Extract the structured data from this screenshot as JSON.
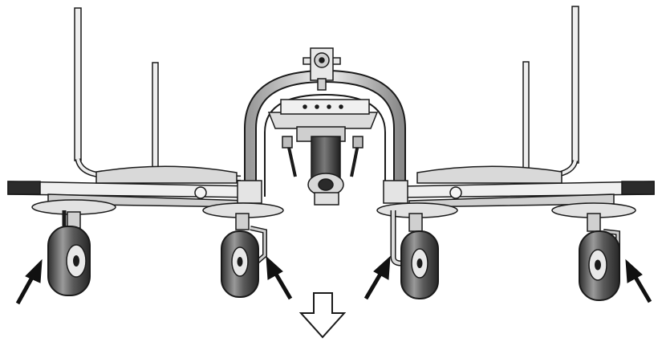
{
  "figure": {
    "subject": "machine-front-view",
    "colors": {
      "line": "#1a1a1a",
      "metal_light": "#e6e6e6",
      "metal_mid": "#bdbdbd",
      "tire_dark": "#3a3a3a",
      "tire_mid": "#8a8a8a",
      "background": "#ffffff",
      "pointer": "#111111",
      "direction_arrow_fill": "#ffffff"
    },
    "wheels": [
      {
        "id": "wheel-1",
        "pointer": "left-pointing"
      },
      {
        "id": "wheel-2",
        "pointer": "right-pointing"
      },
      {
        "id": "wheel-3",
        "pointer": "left-pointing"
      },
      {
        "id": "wheel-4",
        "pointer": "right-pointing"
      }
    ],
    "direction_arrow": "down"
  }
}
